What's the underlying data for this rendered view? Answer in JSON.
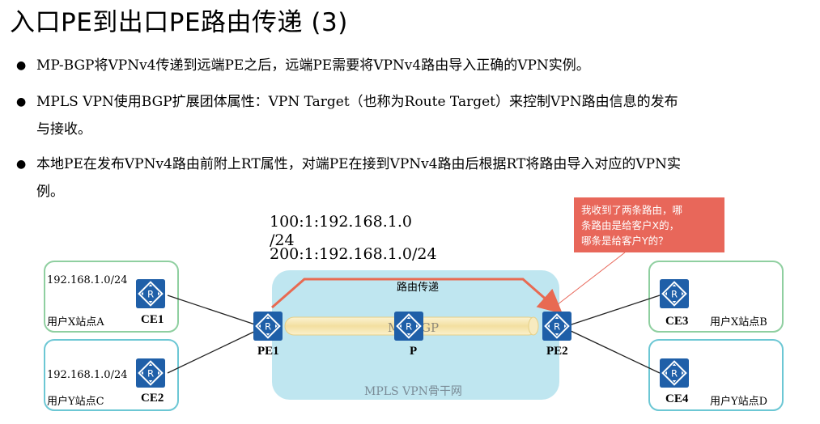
{
  "title": "入口PE到出口PE路由传递 (3)",
  "bullets": [
    "MP-BGP将VPNv4传递到远端PE之后，远端PE需要将VPNv4路由导入正确的VPN实例。",
    "MPLS VPN使用BGP扩展团体属性：VPN Target（也称为Route Target）来控制VPN路由信息的发布",
    "与接收。",
    "本地PE在发布VPNv4路由前附上RT属性，对端PE在接到VPNv4路由后根据RT将路由导入对应的VPN实",
    "例。"
  ],
  "diagram": {
    "route1_line1": "100:1:192.168.1.0",
    "route1_line2": "/24",
    "route2": "200:1:192.168.1.0/24",
    "callout": [
      "我收到了两条路由，哪",
      "条路由是给客户X的，",
      "哪条是给客户Y的？"
    ],
    "route_passing": "路由传递",
    "mp_bgp": "MP-BGP",
    "backbone": "MPLS VPN骨干网",
    "nodes": {
      "pe1": "PE1",
      "p": "P",
      "pe2": "PE2",
      "ce1": "CE1",
      "ce2": "CE2",
      "ce3": "CE3",
      "ce4": "CE4"
    },
    "sites": {
      "a_prefix": "192.168.1.0/24",
      "a_name": "用户X站点A",
      "c_prefix": "192.168.1.0/24",
      "c_name": "用户Y站点C",
      "b_name": "用户X站点B",
      "d_name": "用户Y站点D"
    },
    "colors": {
      "backbone": "#bfe6f0",
      "router": "#1f5fa8",
      "callout": "#e8675a",
      "route_arrow": "#e86a52",
      "site_green": "#8fcfa0",
      "site_cyan": "#6cc7d4",
      "tube": "#f4e6b0"
    }
  }
}
